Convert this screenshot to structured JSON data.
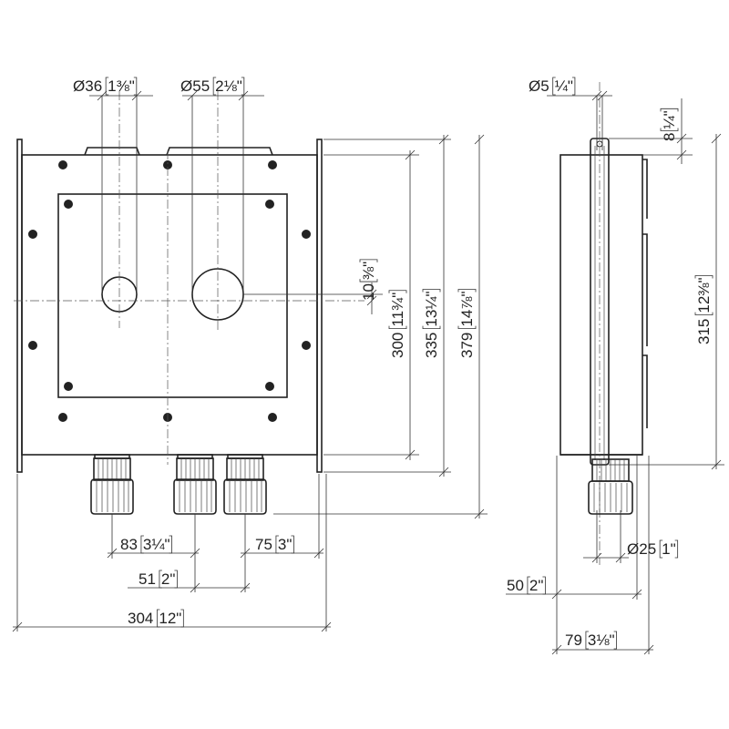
{
  "dimensions": {
    "d36": "36",
    "d36_in": "1⅜\"",
    "d55": "55",
    "d55_in": "2⅛\"",
    "d5": "5",
    "d5_in": "¼\"",
    "d8": "8",
    "d8_in": "¼\"",
    "d10": "10",
    "d10_in": "⅜\"",
    "h300": "300",
    "h300_in": "11¾\"",
    "h335": "335",
    "h335_in": "13¼\"",
    "h379": "379",
    "h379_in": "14⅞\"",
    "h315": "315",
    "h315_in": "12⅜\"",
    "w83": "83",
    "w83_in": "3¼\"",
    "w75": "75",
    "w75_in": "3\"",
    "w51": "51",
    "w51_in": "2\"",
    "w304": "304",
    "w304_in": "12\"",
    "w50": "50",
    "w50_in": "2\"",
    "w79": "79",
    "w79_in": "3⅛\"",
    "d25": "25",
    "d25_in": "1\""
  },
  "symbols": {
    "diameter": "Ø"
  }
}
